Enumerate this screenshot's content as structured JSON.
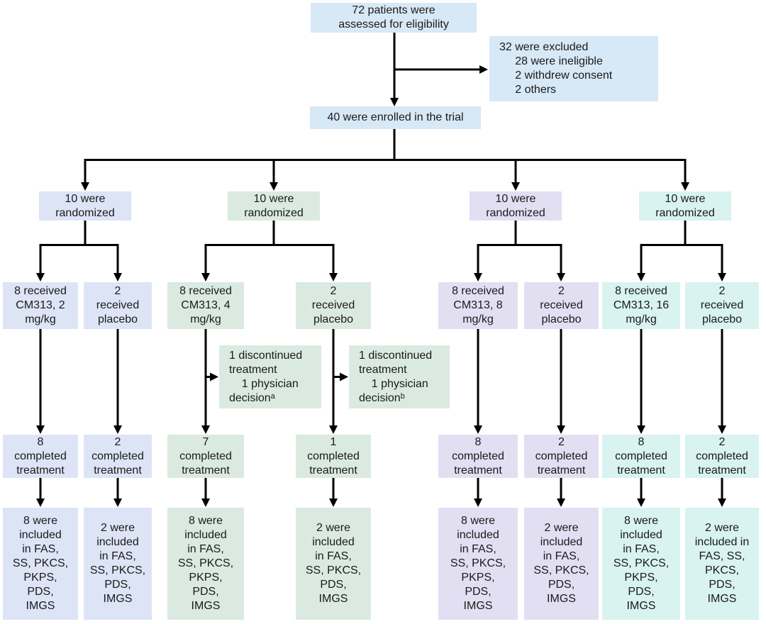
{
  "colors": {
    "top_blue": "#d7e8f6",
    "arm1_blue": "#dde4f6",
    "arm2_green": "#dbeae1",
    "arm3_purple": "#e2dff3",
    "arm4_cyan": "#d8f3f0",
    "connector_black": "#000000"
  },
  "flow": {
    "eligibility": "72 patients were\nassessed for eligibility",
    "excluded": "32 were excluded\n     28 were ineligible\n     2 withdrew consent\n     2 others",
    "enrolled": "40 were enrolled in the trial",
    "randomized": [
      "10 were\nrandomized",
      "10 were\nrandomized",
      "10 were\nrandomized",
      "10 were\nrandomized"
    ],
    "discontinued_a": "1 discontinued\ntreatment\n    1 physician\ndecisionᵃ",
    "discontinued_b": "1 discontinued\ntreatment\n    1 physician\ndecisionᵇ",
    "columns": [
      {
        "received": "8 received\nCM313, 2\nmg/kg",
        "completed": "8\ncompleted\ntreatment",
        "included": "8 were\nincluded\nin FAS,\nSS, PKCS,\nPKPS,\nPDS,\nIMGS"
      },
      {
        "received": "2\nreceived\nplacebo",
        "completed": "2\ncompleted\ntreatment",
        "included": "2 were\nincluded\nin FAS,\nSS, PKCS,\nPDS,\nIMGS"
      },
      {
        "received": "8 received\nCM313, 4\nmg/kg",
        "completed": "7\ncompleted\ntreatment",
        "included": "8 were\nincluded\nin FAS,\nSS, PKCS,\nPKPS,\nPDS,\nIMGS"
      },
      {
        "received": "2\nreceived\nplacebo",
        "completed": "1\ncompleted\ntreatment",
        "included": "2 were\nincluded\nin FAS,\nSS, PKCS,\nPDS,\nIMGS"
      },
      {
        "received": "8 received\nCM313, 8\nmg/kg",
        "completed": "8\ncompleted\ntreatment",
        "included": "8 were\nincluded\nin FAS,\nSS, PKCS,\nPKPS,\nPDS,\nIMGS"
      },
      {
        "received": "2\nreceived\nplacebo",
        "completed": "2\ncompleted\ntreatment",
        "included": "2 were\nincluded\nin FAS,\nSS, PKCS,\nPDS,\nIMGS"
      },
      {
        "received": "8 received\nCM313, 16\nmg/kg",
        "completed": "8\ncompleted\ntreatment",
        "included": "8 were\nincluded\nin FAS,\nSS, PKCS,\nPKPS,\nPDS,\nIMGS"
      },
      {
        "received": "2\nreceived\nplacebo",
        "completed": "2\ncompleted\ntreatment",
        "included": "2 were\nincluded in\nFAS, SS,\nPKCS,\nPDS,\nIMGS"
      }
    ]
  }
}
